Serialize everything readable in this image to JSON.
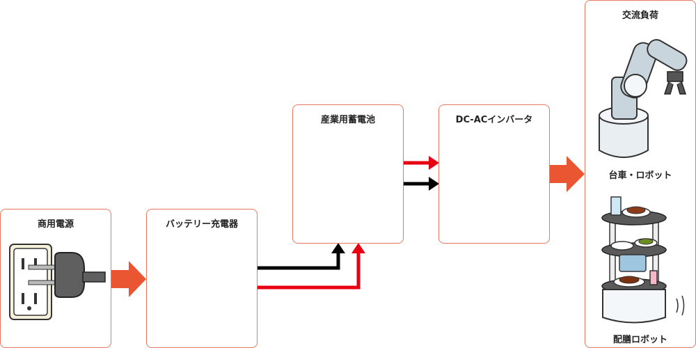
{
  "diagram": {
    "nodes": {
      "commercial_power": {
        "label": "商用電源"
      },
      "charger": {
        "label": "バッテリー充電器"
      },
      "battery": {
        "label": "産業用蓄電池"
      },
      "inverter": {
        "label": "DC-ACインバータ"
      },
      "ac_load": {
        "label": "交流負荷",
        "items": [
          {
            "label": "台車・ロボット",
            "icon": "robot-arm-icon"
          },
          {
            "label": "配膳ロボット",
            "icon": "serving-robot-icon"
          }
        ]
      }
    },
    "edges": [
      {
        "from": "commercial_power",
        "to": "charger",
        "style": "block-arrow"
      },
      {
        "from": "charger",
        "to": "battery",
        "style": "dc-pair"
      },
      {
        "from": "battery",
        "to": "inverter",
        "style": "dc-pair"
      },
      {
        "from": "inverter",
        "to": "ac_load",
        "style": "block-arrow"
      }
    ],
    "colors": {
      "box_border": "#e8775f",
      "block_arrow": "#ea5532",
      "positive_wire": "#e60012",
      "negative_wire": "#000000"
    }
  }
}
